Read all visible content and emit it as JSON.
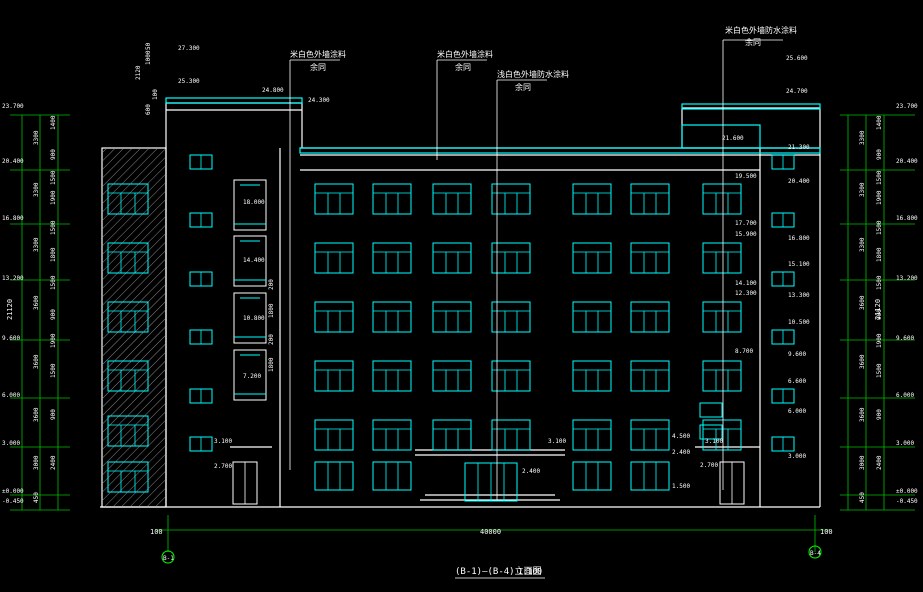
{
  "drawing": {
    "title": "(B-1)—(B-4)立面图",
    "scale": "1:100",
    "colors": {
      "outline": "#ffffff",
      "glass": "#00ffff",
      "dim": "#00c000",
      "mark": "#00ff00",
      "text": "#ffffff"
    },
    "overall_width": "40000",
    "overall_height": "21120",
    "end_offset": "100",
    "axis_left": "B-1",
    "axis_right": "B-4"
  },
  "annotations": [
    {
      "id": "note1",
      "text": "米白色外墙涂料",
      "sub": "余同"
    },
    {
      "id": "note2",
      "text": "米白色外墙涂料",
      "sub": "余同"
    },
    {
      "id": "note3",
      "text": "浅白色外墙防水涂料",
      "sub": "余同"
    },
    {
      "id": "note4",
      "text": "米白色外墙防水涂料",
      "sub": "余同"
    }
  ],
  "elevations": {
    "top_left": [
      "27.300",
      "25.300",
      "24.800",
      "24.300"
    ],
    "top_right": [
      "25.600",
      "24.700",
      "21.600"
    ],
    "floor_marks": [
      "21.300",
      "20.400",
      "19.500",
      "17.700",
      "16.800",
      "15.900",
      "15.100",
      "14.100",
      "13.300",
      "12.300",
      "10.500",
      "9.600",
      "8.700",
      "6.600",
      "6.000",
      "4.500",
      "3.100",
      "3.000",
      "2.700",
      "2.400",
      "1.500"
    ],
    "stair_marks": [
      "18.000",
      "14.400",
      "10.800",
      "7.200"
    ],
    "side_left": [
      "23.700",
      "20.400",
      "16.800",
      "13.200",
      "9.600",
      "6.000",
      "3.000",
      "±0.000",
      "-0.450"
    ],
    "side_right": [
      "23.700",
      "20.400",
      "16.800",
      "13.200",
      "9.600",
      "6.000",
      "3.000",
      "±0.000",
      "-0.450"
    ]
  },
  "dimension_chain": {
    "segments_outer": [
      "3300",
      "3300",
      "3300",
      "3600",
      "3600",
      "3600",
      "3000",
      "450"
    ],
    "segments_inner": [
      "1400",
      "900",
      "1500",
      "1900",
      "1500",
      "1800",
      "1500",
      "900",
      "1900",
      "1500",
      "900",
      "2400"
    ],
    "parapet": [
      "2120",
      "1000",
      "50",
      "600",
      "100"
    ],
    "stair_dims": [
      "200",
      "1800",
      "200",
      "1800"
    ]
  },
  "door_label": "2.400"
}
